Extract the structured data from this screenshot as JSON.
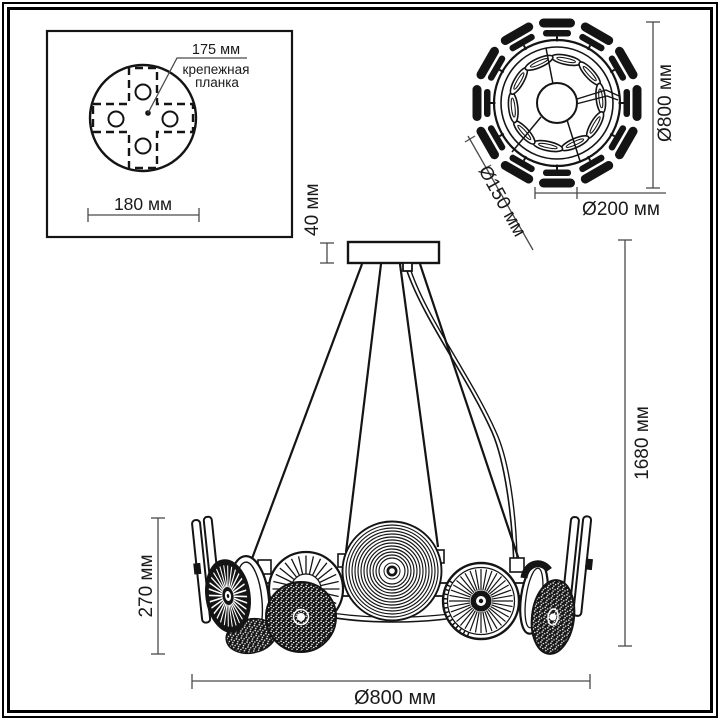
{
  "colors": {
    "line": "#141414",
    "dimension_line": "#4a4a4a",
    "text": "#1a1a1a",
    "background": "#ffffff"
  },
  "mounting_plate_inset": {
    "pitch_label": "175 мм",
    "plate_label_line1": "крепежная",
    "plate_label_line2": "планка",
    "width_label": "180 мм"
  },
  "top_view": {
    "overall_diameter_label": "Ø800 мм",
    "shade_diameter_label": "Ø150 мм",
    "hub_diameter_label": "Ø200 мм"
  },
  "side_view": {
    "canopy_height_label": "40 мм",
    "overall_height_label": "1680 мм",
    "body_height_label": "270 мм",
    "body_diameter_label": "Ø800 мм"
  }
}
